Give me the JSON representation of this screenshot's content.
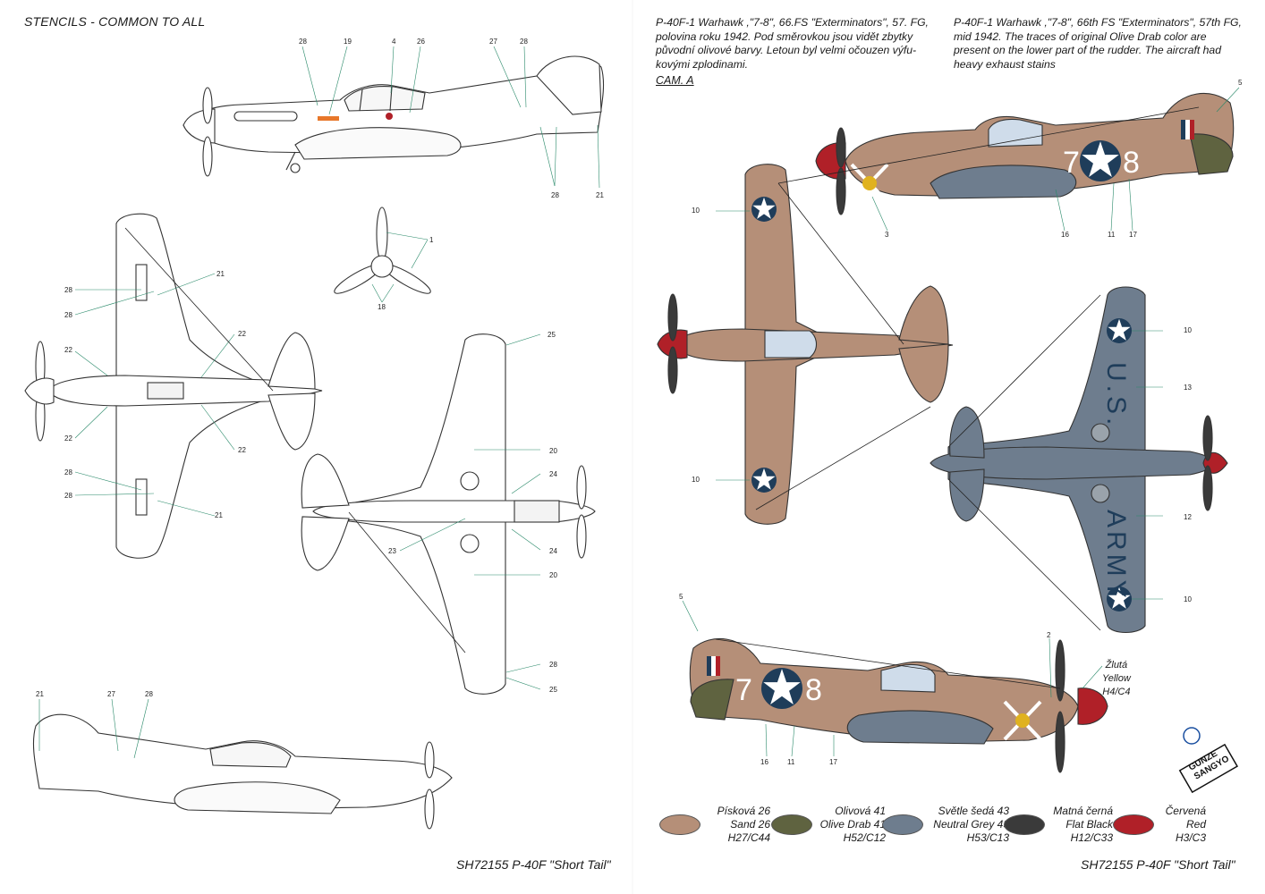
{
  "left_header": "STENCILS - COMMON TO ALL",
  "desc_cz": [
    "P-40F-1 Warhawk ,\"7-8\", 66.FS \"Exterminators\", 57. FG,",
    "polovina roku 1942. Pod směrovkou jsou vidět zbytky",
    "původní olivové barvy. Letoun byl velmi očouzen výfu-",
    "kovými zplodinami."
  ],
  "desc_en": [
    "P-40F-1 Warhawk ,\"7-8\", 66th FS \"Exterminators\", 57th FG,",
    "mid 1942. The traces of original Olive Drab color are",
    "present on the lower part of the rudder. The aircraft had",
    "heavy exhaust stains"
  ],
  "cam_label": "CAM. A",
  "footer_left": "SH72155 P-40F \"Short Tail\"",
  "footer_right": "SH72155 P-40F \"Short Tail\"",
  "yellow_note": [
    "Žlutá",
    "Yellow",
    "H4/C4"
  ],
  "markings": {
    "code_left": "7",
    "code_right": "8",
    "us": "U.S.",
    "army": "ARMY"
  },
  "logos": {
    "gunze_1": "GUNZE",
    "gunze_2": "SANGYO"
  },
  "callouts": {
    "c1": "1",
    "c2": "2",
    "c3": "3",
    "c4": "4",
    "c5": "5",
    "c10": "10",
    "c11": "11",
    "c12": "12",
    "c13": "13",
    "c16": "16",
    "c17": "17",
    "c18": "18",
    "c19": "19",
    "c20": "20",
    "c21": "21",
    "c22": "22",
    "c23": "23",
    "c24": "24",
    "c25": "25",
    "c26": "26",
    "c27": "27",
    "c28": "28"
  },
  "paints": [
    {
      "cz": "Písková 26",
      "en": "Sand 26",
      "code": "H27/C44",
      "color": "#b58f78"
    },
    {
      "cz": "Olivová 41",
      "en": "Olive Drab 41",
      "code": "H52/C12",
      "color": "#5f6340"
    },
    {
      "cz": "Světle šedá 43",
      "en": "Neutral Grey 43",
      "code": "H53/C13",
      "color": "#6e7d8e"
    },
    {
      "cz": "Matná černá",
      "en": "Flat Black",
      "code": "H12/C33",
      "color": "#3a3a3a"
    },
    {
      "cz": "Červená",
      "en": "Red",
      "code": "H3/C3",
      "color": "#b02028"
    }
  ]
}
